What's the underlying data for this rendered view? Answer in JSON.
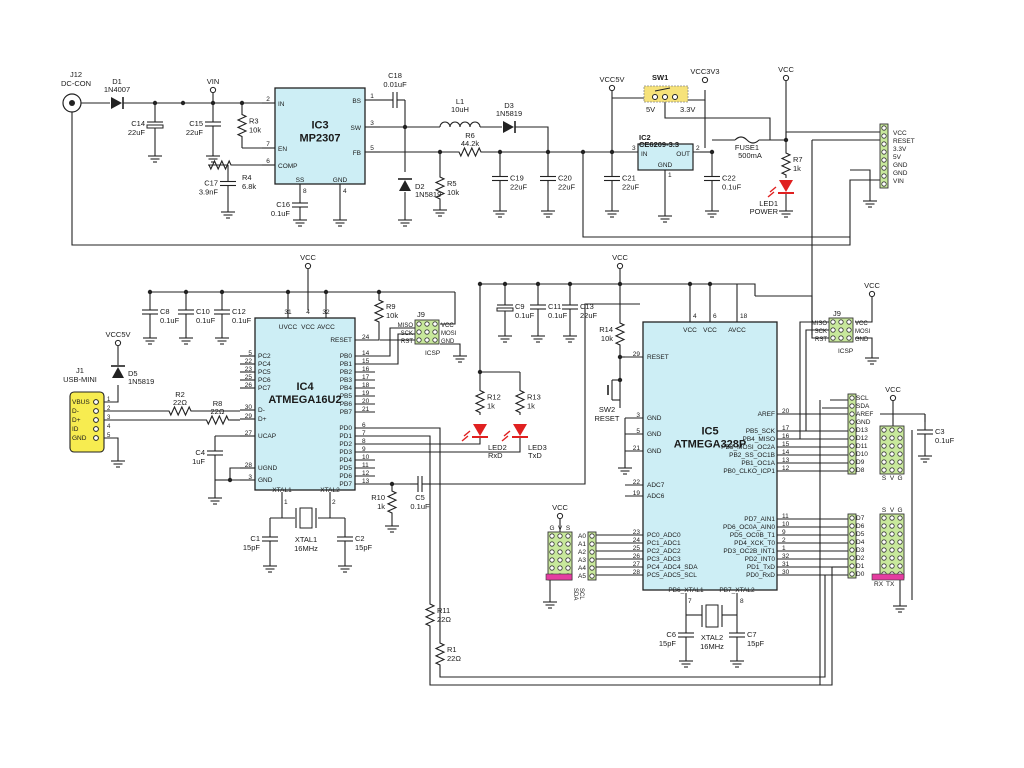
{
  "colors": {
    "ic_fill": "#cdeef5",
    "header_fill": "#c8e89c",
    "pink": "#e43da0",
    "led_red": "#e02020",
    "switch_fill": "#f6e27a",
    "usb_fill": "#f7ec50",
    "wire": "#222222"
  },
  "ic3": {
    "ref": "IC3",
    "name": "MP2307",
    "left_pins": [
      [
        "2",
        "IN"
      ],
      [
        "7",
        "EN"
      ],
      [
        "6",
        "COMP"
      ]
    ],
    "right_pins": [
      [
        "1",
        "BS"
      ],
      [
        "3",
        "SW"
      ],
      [
        "5",
        "FB"
      ]
    ],
    "bottom_pins": [
      [
        "8",
        "SS"
      ],
      [
        "4",
        "GND"
      ]
    ]
  },
  "ic2": {
    "ref": "IC2",
    "name": "CE6209-3.3",
    "in": "IN",
    "out": "OUT",
    "gnd": "GND",
    "pin_in": "3",
    "pin_out": "2",
    "pin_gnd": "1"
  },
  "ic4": {
    "ref": "IC4",
    "name": "ATMEGA16U2",
    "top_pins": [
      [
        "31",
        "UVCC"
      ],
      [
        "4",
        "VCC"
      ],
      [
        "32",
        "AVCC"
      ]
    ],
    "left_pins": [
      [
        "5",
        "PC2"
      ],
      [
        "22",
        "PC4"
      ],
      [
        "23",
        "PC5"
      ],
      [
        "25",
        "PC6"
      ],
      [
        "26",
        "PC7"
      ],
      [
        "30",
        "D-"
      ],
      [
        "29",
        "D+"
      ],
      [
        "27",
        "UCAP"
      ],
      [
        "28",
        "UGND"
      ],
      [
        "3",
        "GND"
      ]
    ],
    "right_pins": [
      [
        "24",
        "RESET"
      ],
      [
        "14",
        "PB0"
      ],
      [
        "15",
        "PB1"
      ],
      [
        "16",
        "PB2"
      ],
      [
        "17",
        "PB3"
      ],
      [
        "18",
        "PB4"
      ],
      [
        "19",
        "PB5"
      ],
      [
        "20",
        "PB6"
      ],
      [
        "21",
        "PB7"
      ],
      [
        "6",
        "PD0"
      ],
      [
        "7",
        "PD1"
      ],
      [
        "8",
        "PD2"
      ],
      [
        "9",
        "PD3"
      ],
      [
        "10",
        "PD4"
      ],
      [
        "11",
        "PD5"
      ],
      [
        "12",
        "PD6"
      ],
      [
        "13",
        "PD7"
      ]
    ],
    "bottom_pins": [
      [
        "1",
        "XTAL1"
      ],
      [
        "2",
        "XTAL2"
      ]
    ]
  },
  "ic5": {
    "ref": "IC5",
    "name": "ATMEGA328P",
    "top_pins": [
      [
        "4",
        "VCC"
      ],
      [
        "6",
        "VCC"
      ],
      [
        "18",
        "AVCC"
      ]
    ],
    "left_pins": [
      [
        "29",
        "RESET"
      ],
      [
        "3",
        "GND"
      ],
      [
        "5",
        "GND"
      ],
      [
        "21",
        "GND"
      ],
      [
        "22",
        "ADC7"
      ],
      [
        "19",
        "ADC6"
      ],
      [
        "23",
        "PC0_ADC0"
      ],
      [
        "24",
        "PC1_ADC1"
      ],
      [
        "25",
        "PC2_ADC2"
      ],
      [
        "26",
        "PC3_ADC3"
      ],
      [
        "27",
        "PC4_ADC4_SDA"
      ],
      [
        "28",
        "PC5_ADC5_SCL"
      ]
    ],
    "right_pins": [
      [
        "20",
        "AREF"
      ],
      [
        "17",
        "PB5_SCK"
      ],
      [
        "16",
        "PB4_MISO"
      ],
      [
        "15",
        "PB3_MOSI_OC2A"
      ],
      [
        "14",
        "PB2_SS_OC1B"
      ],
      [
        "13",
        "PB1_OC1A"
      ],
      [
        "12",
        "PB0_CLKO_ICP1"
      ],
      [
        "11",
        "PD7_AIN1"
      ],
      [
        "10",
        "PD6_OC0A_AIN0"
      ],
      [
        "9",
        "PD5_OC0B_T1"
      ],
      [
        "2",
        "PD4_XCK_T0"
      ],
      [
        "1",
        "PD3_OC2B_INT1"
      ],
      [
        "32",
        "PD2_INT0"
      ],
      [
        "31",
        "PD1_TxD"
      ],
      [
        "30",
        "PD0_RxD"
      ]
    ],
    "bottom_pins": [
      [
        "7",
        "PB6_XTAL1"
      ],
      [
        "8",
        "PB7_XTAL2"
      ]
    ]
  },
  "components": {
    "j12": [
      "J12",
      "DC-CON"
    ],
    "d1": [
      "D1",
      "1N4007"
    ],
    "vin": "VIN",
    "c14": [
      "C14",
      "22uF"
    ],
    "c15": [
      "C15",
      "22uF"
    ],
    "r3": [
      "R3",
      "10k"
    ],
    "r4": [
      "R4",
      "6.8k"
    ],
    "c17": [
      "C17",
      "3.9nF"
    ],
    "c16": [
      "C16",
      "0.1uF"
    ],
    "c18": [
      "C18",
      "0.01uF"
    ],
    "l1": [
      "L1",
      "10uH"
    ],
    "d3": [
      "D3",
      "1N5819"
    ],
    "d2": [
      "D2",
      "1N5819"
    ],
    "r6": [
      "R6",
      "44.2k"
    ],
    "r5": [
      "R5",
      "10k"
    ],
    "c19": [
      "C19",
      "22uF"
    ],
    "c20": [
      "C20",
      "22uF"
    ],
    "vcc5v": "VCC5V",
    "sw1": [
      "SW1",
      "5V",
      "3.3V"
    ],
    "vcc3v3": "VCC3V3",
    "c21": [
      "C21",
      "22uF"
    ],
    "c22": [
      "C22",
      "0.1uF"
    ],
    "fuse1": [
      "FUSE1",
      "500mA"
    ],
    "vcc": "VCC",
    "r7": [
      "R7",
      "1k"
    ],
    "led1": [
      "LED1",
      "POWER"
    ],
    "c8": [
      "C8",
      "0.1uF"
    ],
    "c10": [
      "C10",
      "0.1uF"
    ],
    "c12": [
      "C12",
      "0.1uF"
    ],
    "r9": [
      "R9",
      "10k"
    ],
    "j9a": [
      "J9",
      "MISO",
      "SCK",
      "RST",
      "VCC",
      "MOSI",
      "GND",
      "ICSP"
    ],
    "c9": [
      "C9",
      "0.1uF"
    ],
    "c11": [
      "C11",
      "0.1uF"
    ],
    "c13": [
      "C13",
      "22uF"
    ],
    "r14": [
      "R14",
      "10k"
    ],
    "sw2": [
      "SW2",
      "RESET"
    ],
    "j9b": [
      "J9",
      "MISO",
      "SCK",
      "RST",
      "VCC",
      "MOSI",
      "GND",
      "ICSP"
    ],
    "r12": [
      "R12",
      "1k"
    ],
    "r13": [
      "R13",
      "1k"
    ],
    "led2": [
      "LED2",
      "RxD"
    ],
    "led3": [
      "LED3",
      "TxD"
    ],
    "j1": [
      "J1",
      "USB-MINI"
    ],
    "d5": [
      "D5",
      "1N5819"
    ],
    "r2": [
      "R2",
      "22Ω"
    ],
    "r8": [
      "R8",
      "22Ω"
    ],
    "c4": [
      "C4",
      "1uF"
    ],
    "r10": [
      "R10",
      "1k"
    ],
    "c5": [
      "C5",
      "0.1uF"
    ],
    "c1": [
      "C1",
      "15pF"
    ],
    "c2": [
      "C2",
      "15pF"
    ],
    "xtal1": [
      "XTAL1",
      "16MHz"
    ],
    "r11": [
      "R11",
      "22Ω"
    ],
    "r1": [
      "R1",
      "22Ω"
    ],
    "c6": [
      "C6",
      "15pF"
    ],
    "c7": [
      "C7",
      "15pF"
    ],
    "xtal2": [
      "XTAL2",
      "16MHz"
    ],
    "c3": [
      "C3",
      "0.1uF"
    ]
  },
  "usb_pins": [
    "VBUS",
    "D-",
    "D+",
    "ID",
    "GND"
  ],
  "top_header": [
    "VCC",
    "RESET",
    "3.3V",
    "5V",
    "GND",
    "GND",
    "VIN"
  ],
  "analog_header": [
    "A0",
    "A1",
    "A2",
    "A3",
    "A4",
    "A5"
  ],
  "analog_svg": [
    "G",
    "V",
    "S"
  ],
  "analog_bottom": [
    "SDA",
    "SCL"
  ],
  "digital_high_header": [
    "SCL",
    "SDA",
    "AREF",
    "GND",
    "D13",
    "D12",
    "D11",
    "D10",
    "D9",
    "D8"
  ],
  "digital_low_header": [
    "D7",
    "D6",
    "D5",
    "D4",
    "D3",
    "D2",
    "D1",
    "D0"
  ],
  "digital_svg": [
    "S",
    "V",
    "G"
  ],
  "digital_bottom": [
    "RX",
    "TX"
  ]
}
